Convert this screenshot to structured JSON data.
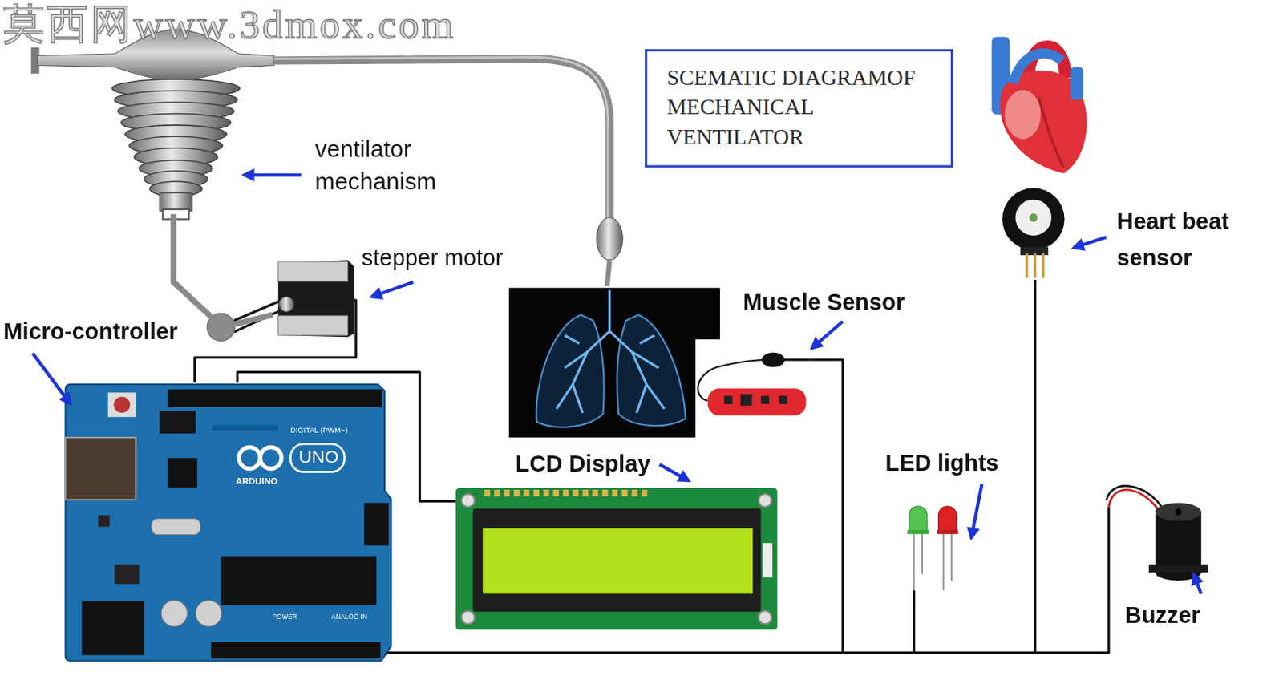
{
  "diagram": {
    "title": "SCEMATIC DIAGRAMOF MECHANICAL VENTILATOR",
    "nodes": [
      {
        "text": [
          "ventilator mechanism"
        ]
      },
      {
        "text": [
          "stepper motor"
        ]
      },
      {
        "text": [
          "Micro-controller",
          "DIGITAL (PWM~)",
          "ARDUINO",
          "UNO",
          "POWER",
          "ANALOG IN"
        ]
      },
      {
        "text": [
          "Muscle Sensor"
        ]
      },
      {
        "text": [
          "LCD Display"
        ]
      },
      {
        "text": [
          "LED lights"
        ]
      },
      {
        "text": [
          "Heart beat sensor"
        ]
      },
      {
        "text": [
          "Buzzer"
        ]
      }
    ],
    "edges": [
      {
        "from": 2,
        "to": 1,
        "arrow": "none"
      },
      {
        "from": 2,
        "to": 4,
        "arrow": "none"
      },
      {
        "from": 2,
        "to": 3,
        "arrow": "none"
      },
      {
        "from": 2,
        "to": 5,
        "arrow": "none"
      },
      {
        "from": 2,
        "to": 6,
        "arrow": "none"
      },
      {
        "from": 2,
        "to": 7,
        "arrow": "none"
      },
      {
        "from": 1,
        "to": 0,
        "arrow": "none"
      }
    ],
    "labels": [
      "莫西网www.3dmox.com"
    ]
  }
}
